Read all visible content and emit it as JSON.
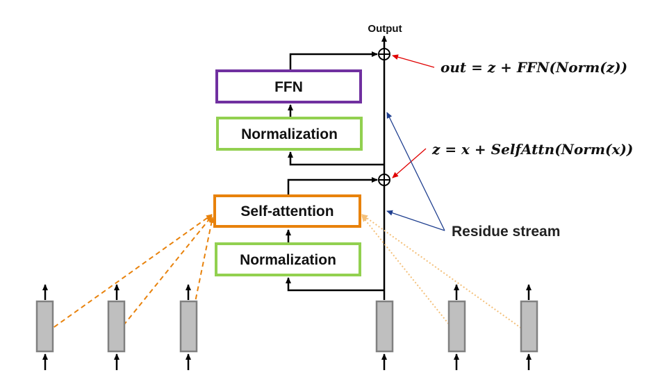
{
  "labels": {
    "output": "Output",
    "ffn": "FFN",
    "norm_top": "Normalization",
    "self_attention": "Self-attention",
    "norm_bottom": "Normalization",
    "residue_stream": "Residue stream"
  },
  "equations": {
    "out": "out = z + FFN(Norm(z))",
    "z": "z = x + SelfAttn(Norm(x))"
  },
  "colors": {
    "ffn_border": "#7030a0",
    "norm_border": "#92d050",
    "attention_border": "#e8820c",
    "token_fill": "#bfbfbf",
    "token_border": "#808080",
    "red_arrow": "#e00000",
    "blue_arrow": "#1f3f8f"
  }
}
